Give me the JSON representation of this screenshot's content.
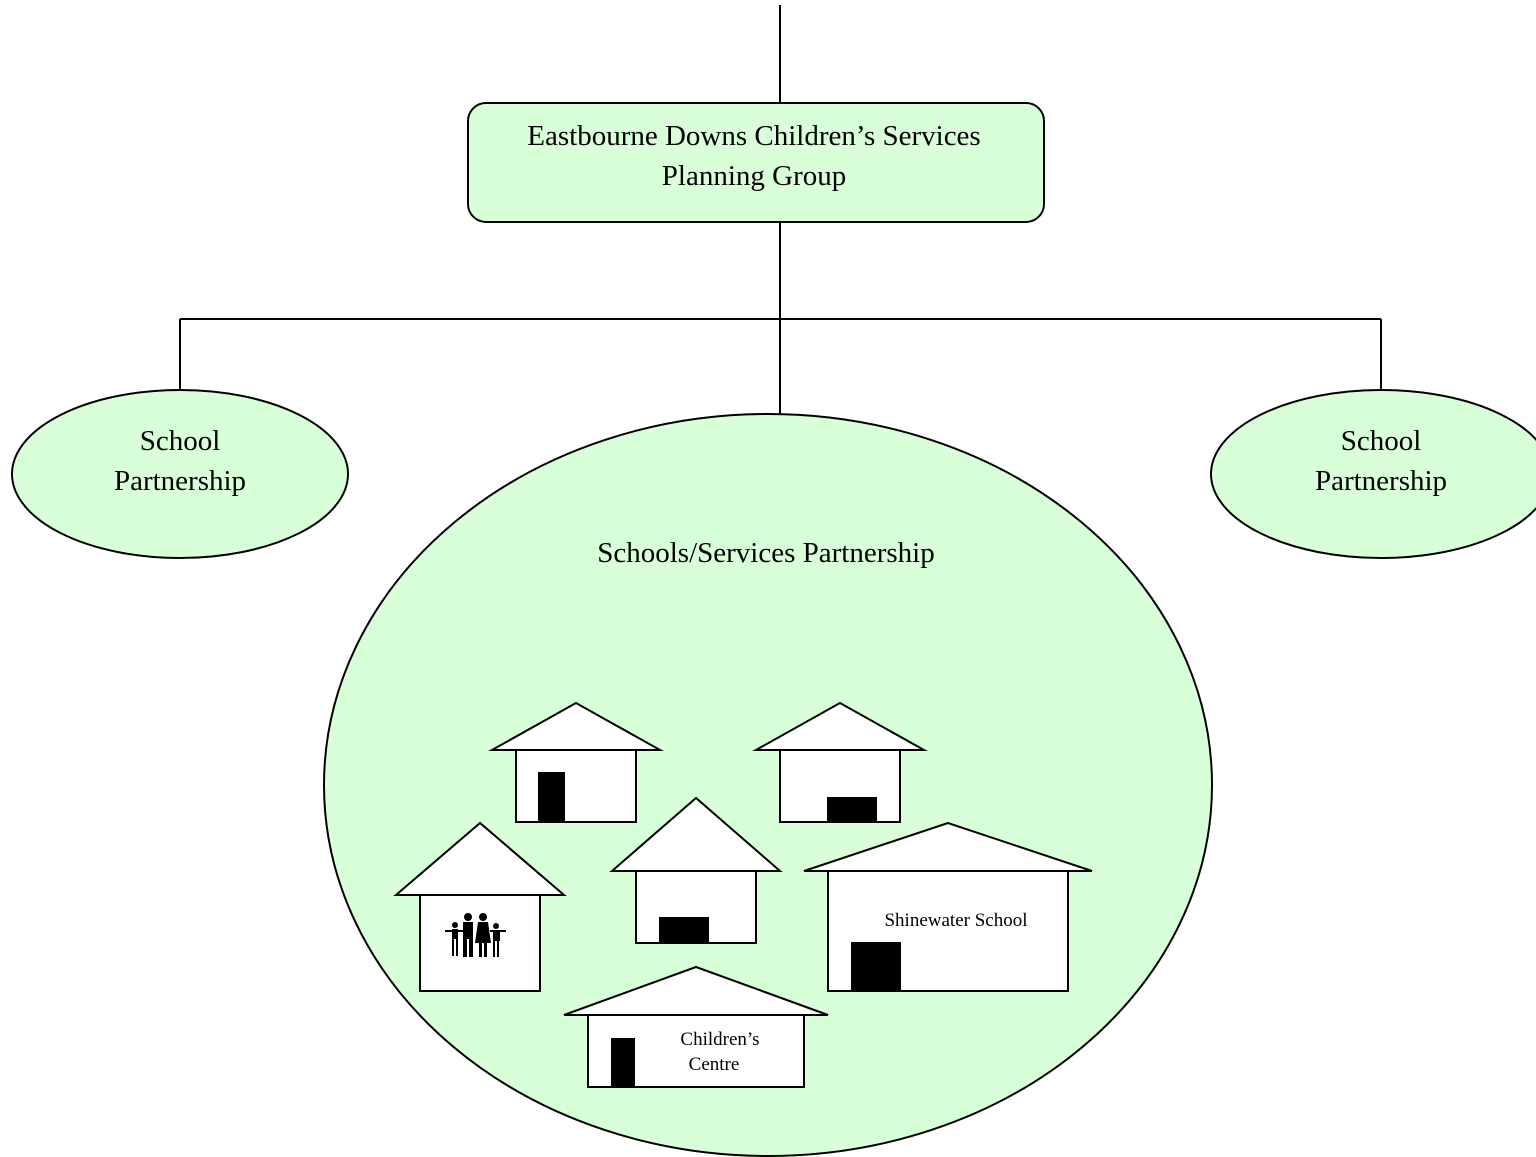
{
  "diagram": {
    "top_box": {
      "line1": "Eastbourne Downs Children’s Services",
      "line2": "Planning Group"
    },
    "left_partnership": {
      "line1": "School",
      "line2": "Partnership"
    },
    "right_partnership": {
      "line1": "School",
      "line2": "Partnership"
    },
    "main_partnership": {
      "title": "Schools/Services Partnership"
    },
    "buildings": {
      "shinewater": "Shinewater School",
      "childrens_centre_line1": "Children’s",
      "childrens_centre_line2": "Centre"
    },
    "colors": {
      "fill": "#d9ffd9",
      "stroke": "#000000",
      "door": "#000000"
    },
    "icons": {
      "family": "family-icon"
    }
  }
}
